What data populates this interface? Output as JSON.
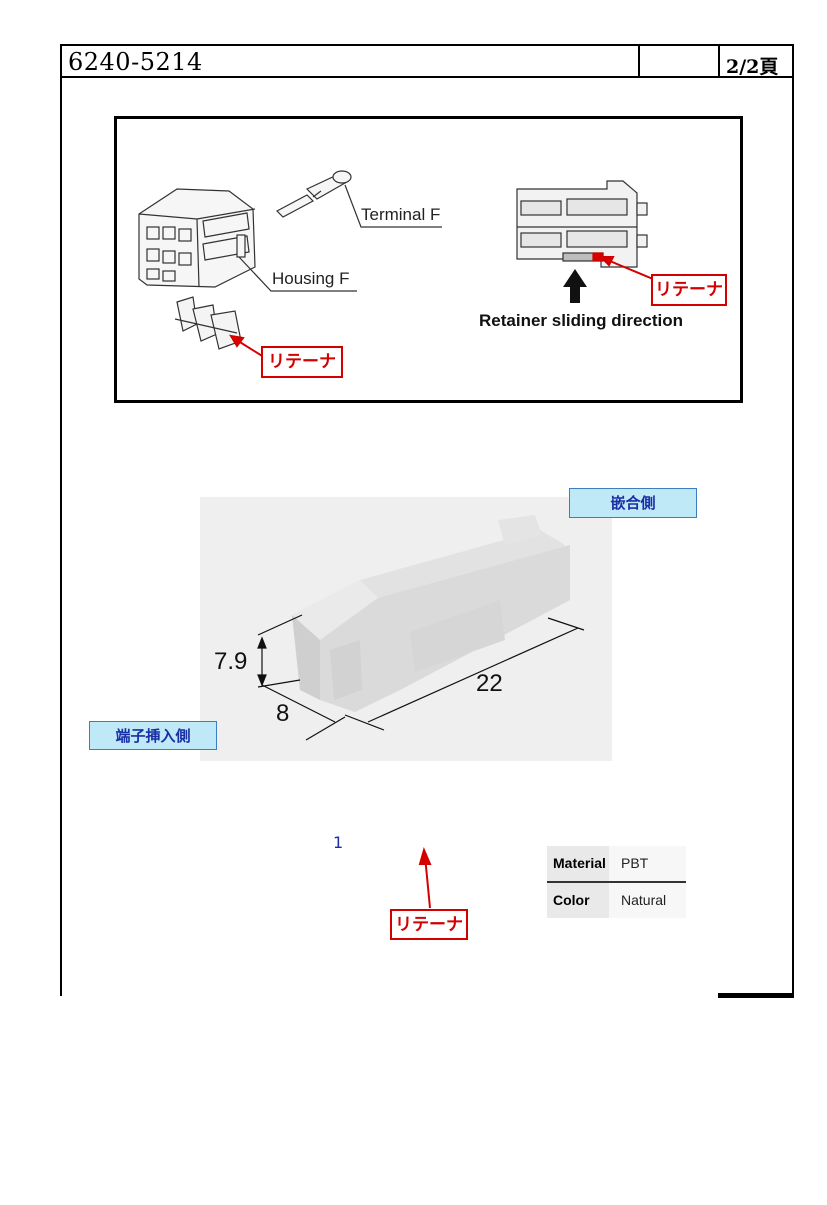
{
  "header": {
    "doc_number": "6240-5214",
    "page_indicator": "2/2頁"
  },
  "diagram": {
    "terminal_label": "Terminal F",
    "housing_label": "Housing F",
    "retainer_tag_left": "リテーナ",
    "retainer_tag_right": "リテーナ",
    "retainer_direction": "Retainer sliding direction"
  },
  "photo": {
    "mating_side_tag": "嵌合側",
    "insertion_side_tag": "端子挿入側",
    "dim_height": "7.9",
    "dim_width": "8",
    "dim_length": "22"
  },
  "note": {
    "number": "1",
    "retainer_tag": "リテーナ"
  },
  "specs": [
    {
      "key": "Material",
      "value": "PBT"
    },
    {
      "key": "Color",
      "value": "Natural"
    }
  ]
}
